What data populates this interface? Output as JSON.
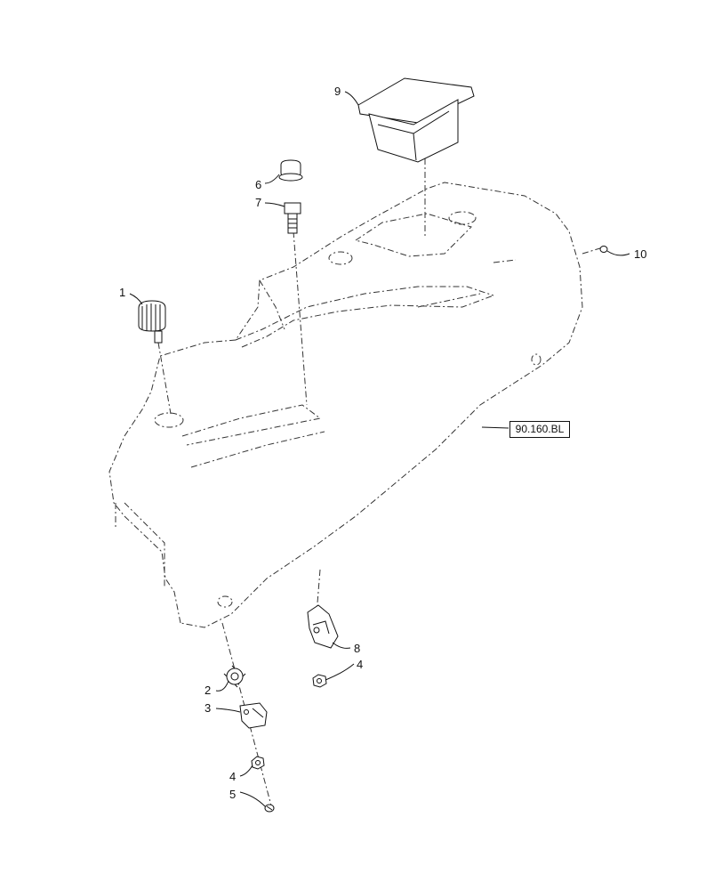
{
  "callouts": {
    "c1": "1",
    "c2": "2",
    "c3": "3",
    "c4a": "4",
    "c4b": "4",
    "c5": "5",
    "c6": "6",
    "c7": "7",
    "c8": "8",
    "c9": "9",
    "c10": "10"
  },
  "reference": "90.160.BL"
}
